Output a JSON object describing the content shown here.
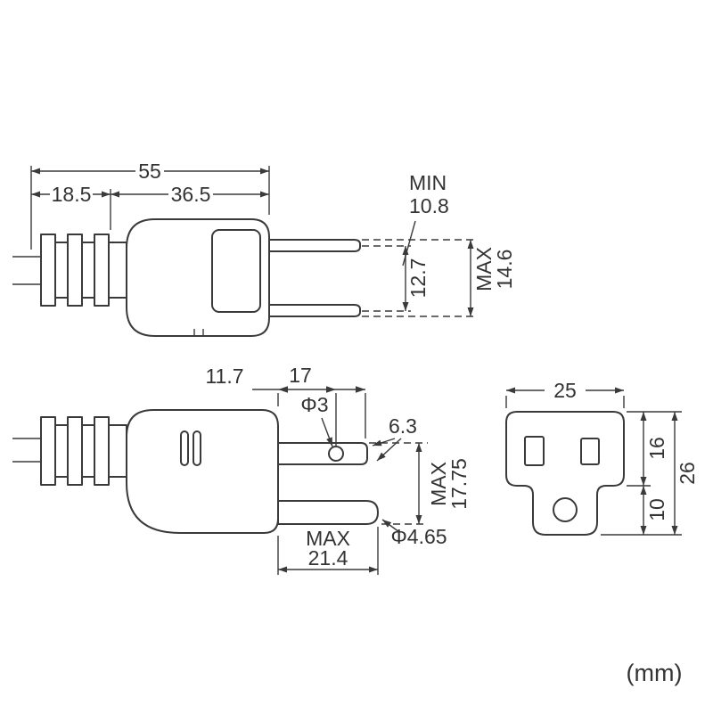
{
  "ink_color": "#3a3a3a",
  "unit_label": "(mm)",
  "top_view": {
    "total_width": "55",
    "grip_width": "18.5",
    "body_width": "36.5",
    "min_label": "MIN",
    "min_gap": "10.8",
    "blade_pitch": "12.7",
    "max_label": "MAX",
    "max_outer": "14.6"
  },
  "side_view": {
    "hole_offset": "11.7",
    "blade_length": "17",
    "hole_diameter": "Φ3",
    "blade_width": "6.3",
    "max_height_label": "MAX",
    "max_height": "17.75",
    "max_pin_label": "MAX",
    "pin_length": "21.4",
    "pin_diameter": "Φ4.65"
  },
  "socket_view": {
    "width": "25",
    "upper_height": "16",
    "lower_height": "10",
    "total_height": "26"
  }
}
